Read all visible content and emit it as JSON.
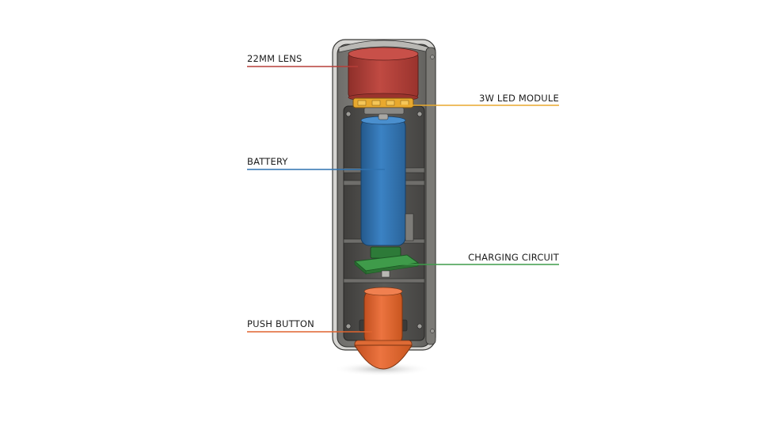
{
  "labels": {
    "lens": "22MM LENS",
    "led": "3W LED MODULE",
    "battery": "BATTERY",
    "charging": "CHARGING CIRCUIT",
    "button": "PUSH BUTTON"
  },
  "colors": {
    "lens": "#b63e38",
    "led": "#e8a92e",
    "battery": "#2f72b0",
    "charging": "#3f9b4a",
    "button": "#e0642e",
    "housing": "#5a5a58"
  }
}
